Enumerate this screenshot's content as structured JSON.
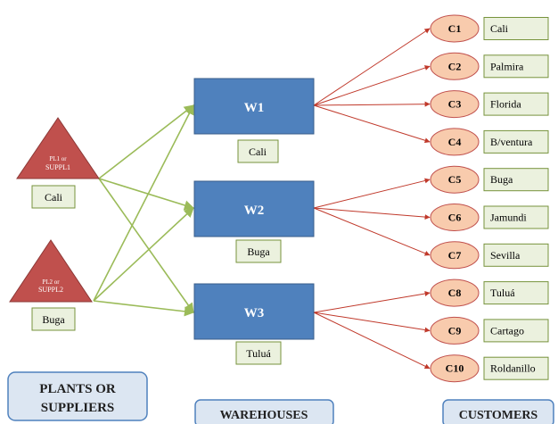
{
  "plants": [
    {
      "id": "plant-1",
      "label_line1": "PL1 or",
      "label_line2": "SUPPL1",
      "city": "Cali"
    },
    {
      "id": "plant-2",
      "label_line1": "PL2 or",
      "label_line2": "SUPPL2",
      "city": "Buga"
    }
  ],
  "warehouses": [
    {
      "id": "W1",
      "label": "W1",
      "city": "Cali"
    },
    {
      "id": "W2",
      "label": "W2",
      "city": "Buga"
    },
    {
      "id": "W3",
      "label": "W3",
      "city": "Tuluá"
    }
  ],
  "customers": [
    {
      "id": "C1",
      "city": "Cali",
      "warehouse": "W1"
    },
    {
      "id": "C2",
      "city": "Palmira",
      "warehouse": "W1"
    },
    {
      "id": "C3",
      "city": "Florida",
      "warehouse": "W1"
    },
    {
      "id": "C4",
      "city": "B/ventura",
      "warehouse": "W1"
    },
    {
      "id": "C5",
      "city": "Buga",
      "warehouse": "W2"
    },
    {
      "id": "C6",
      "city": "Jamundi",
      "warehouse": "W2"
    },
    {
      "id": "C7",
      "city": "Sevilla",
      "warehouse": "W2"
    },
    {
      "id": "C8",
      "city": "Tuluá",
      "warehouse": "W3"
    },
    {
      "id": "C9",
      "city": "Cartago",
      "warehouse": "W3"
    },
    {
      "id": "C10",
      "city": "Roldanillo",
      "warehouse": "W3"
    }
  ],
  "plant_warehouse_links": [
    {
      "from": "plant-1",
      "to": "W1"
    },
    {
      "from": "plant-1",
      "to": "W2"
    },
    {
      "from": "plant-1",
      "to": "W3"
    },
    {
      "from": "plant-2",
      "to": "W1"
    },
    {
      "from": "plant-2",
      "to": "W2"
    },
    {
      "from": "plant-2",
      "to": "W3"
    }
  ],
  "section_labels": {
    "plants_line1": "PLANTS OR",
    "plants_line2": "SUPPLIERS",
    "warehouses": "WAREHOUSES",
    "customers": "CUSTOMERS"
  },
  "colors": {
    "plant_fill": "#c0504d",
    "plant_stroke": "#8c3836",
    "warehouse_fill": "#4f81bd",
    "warehouse_stroke": "#385d8a",
    "customer_fill": "#f8cbad",
    "customer_stroke": "#c0504d",
    "label_fill": "#ebf1de",
    "label_stroke": "#77933c",
    "green_link": "#9bbb59",
    "red_link": "#c0392b",
    "section_fill": "#dce6f2",
    "section_stroke": "#4f81bd"
  }
}
